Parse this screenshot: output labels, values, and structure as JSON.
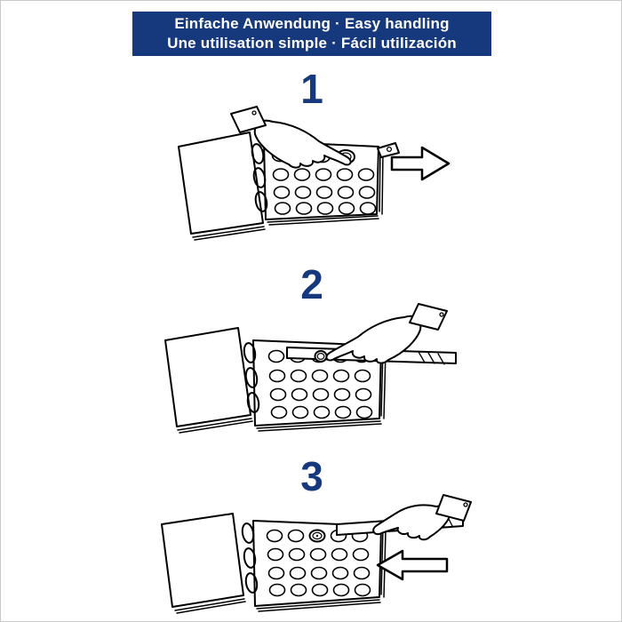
{
  "banner": {
    "line1": "Einfache Anwendung · Easy handling",
    "line2": "Une utilisation simple · Fácil utilización"
  },
  "steps": [
    {
      "number": "1",
      "illustration": "hand-pressing-coin-into-album-pocket",
      "icons": [
        "album-icon",
        "binder-rings",
        "coin-pockets",
        "coin-icon",
        "hand-icon",
        "sleeve-cuff",
        "arrow-right-icon"
      ]
    },
    {
      "number": "2",
      "illustration": "hand-pulling-slide-strip-out-of-album",
      "icons": [
        "album-icon",
        "binder-rings",
        "coin-pockets",
        "slide-strip",
        "coin-icon",
        "hand-icon",
        "sleeve-cuff"
      ]
    },
    {
      "number": "3",
      "illustration": "hand-pushing-slide-strip-back-into-album",
      "icons": [
        "album-icon",
        "binder-rings",
        "coin-pockets",
        "coin-icon",
        "slide-strip",
        "hand-icon",
        "sleeve-cuff",
        "arrow-left-icon"
      ]
    }
  ],
  "colors": {
    "accent_blue": "#16387d",
    "banner_text": "#ffffff",
    "line_art": "#000000",
    "background": "#ffffff",
    "page_border": "#c9c9c9"
  }
}
